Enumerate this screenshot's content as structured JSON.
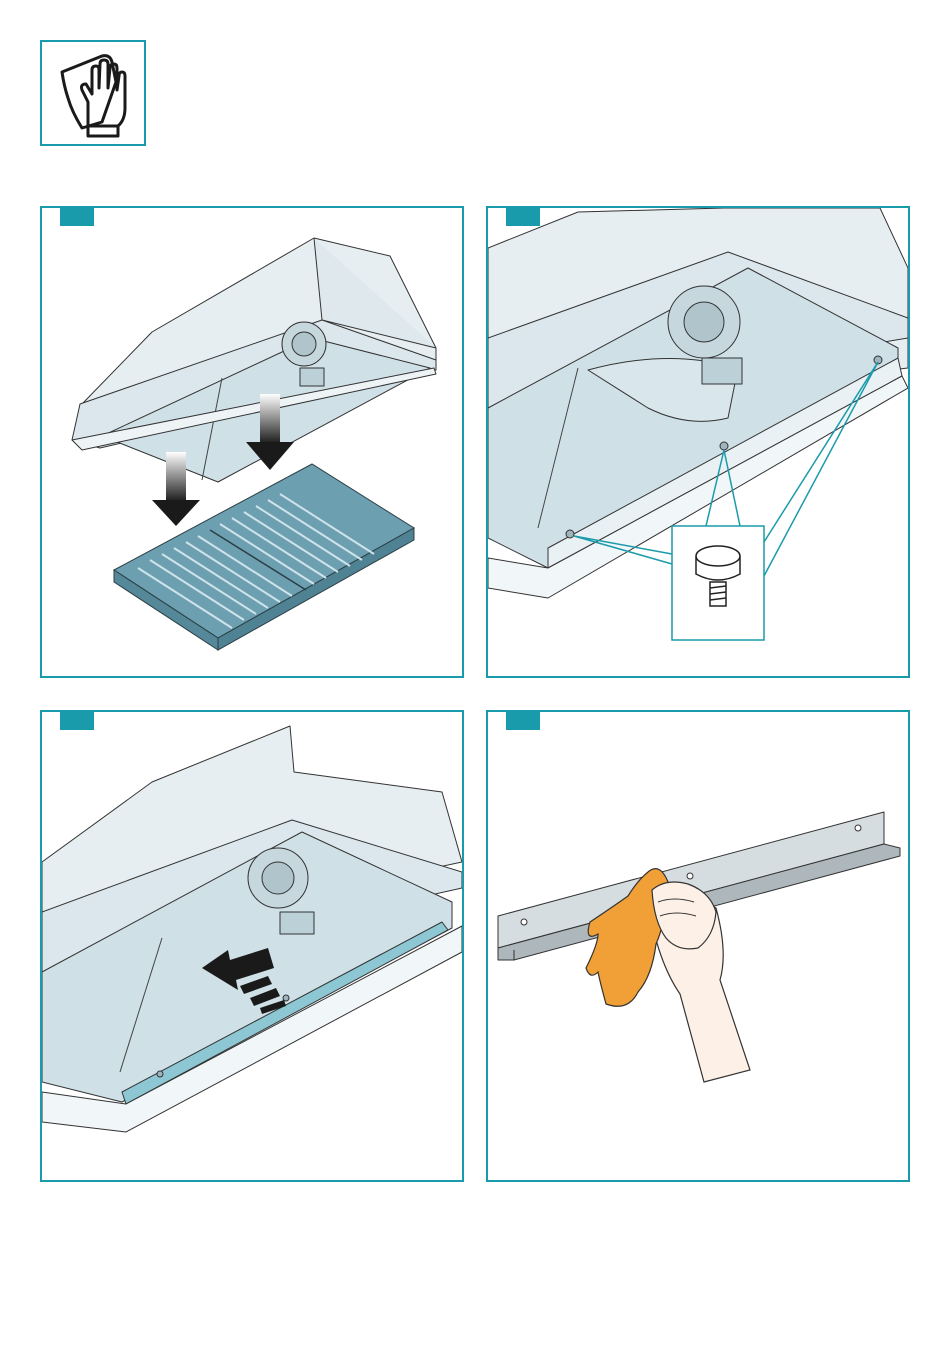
{
  "theme": {
    "accent": "#1a9bab",
    "hood_fill": "#e6eef1",
    "hood_inner": "#d3e3e9",
    "filter_fill": "#6c9fb0",
    "cloth": "#f0a036",
    "skin": "#fdf0e6"
  },
  "icons": {
    "header": "glove-hand-icon",
    "panel_1": "filter-removal-arrows",
    "panel_2": "screw-knob-detail",
    "panel_3": "slide-direction-arrow",
    "panel_4": "cloth-wiping-rail"
  }
}
